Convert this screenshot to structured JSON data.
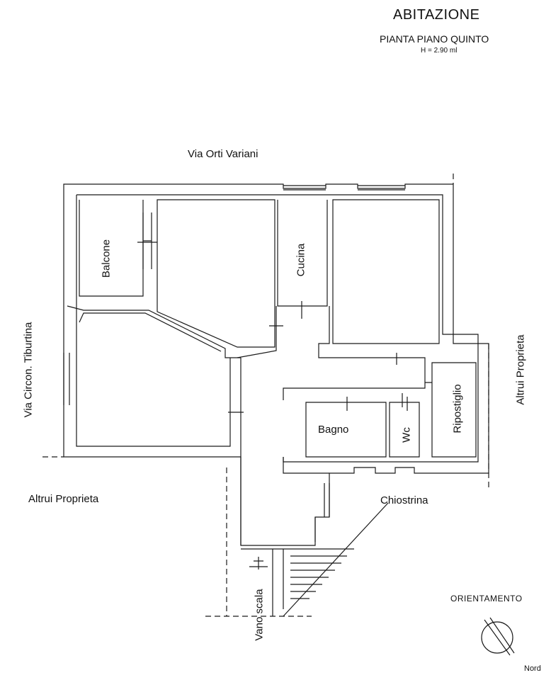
{
  "header": {
    "title": "ABITAZIONE",
    "subtitle": "PIANTA PIANO QUINTO",
    "height_note": "H = 2.90 ml"
  },
  "streets": {
    "top": "Via Orti Variani",
    "left": "Via Circon. Tiburtina"
  },
  "neighbors": {
    "right": "Altrui Proprieta",
    "left": "Altrui Proprieta"
  },
  "rooms": {
    "balcone": "Balcone",
    "cucina": "Cucina",
    "bagno": "Bagno",
    "wc": "Wc",
    "ripostiglio": "Ripostiglio",
    "chiostrina": "Chiostrina",
    "stair_word1": "Vano",
    "stair_word2": "scala"
  },
  "orientation": {
    "label": "ORIENTAMENTO",
    "north": "Nord"
  }
}
